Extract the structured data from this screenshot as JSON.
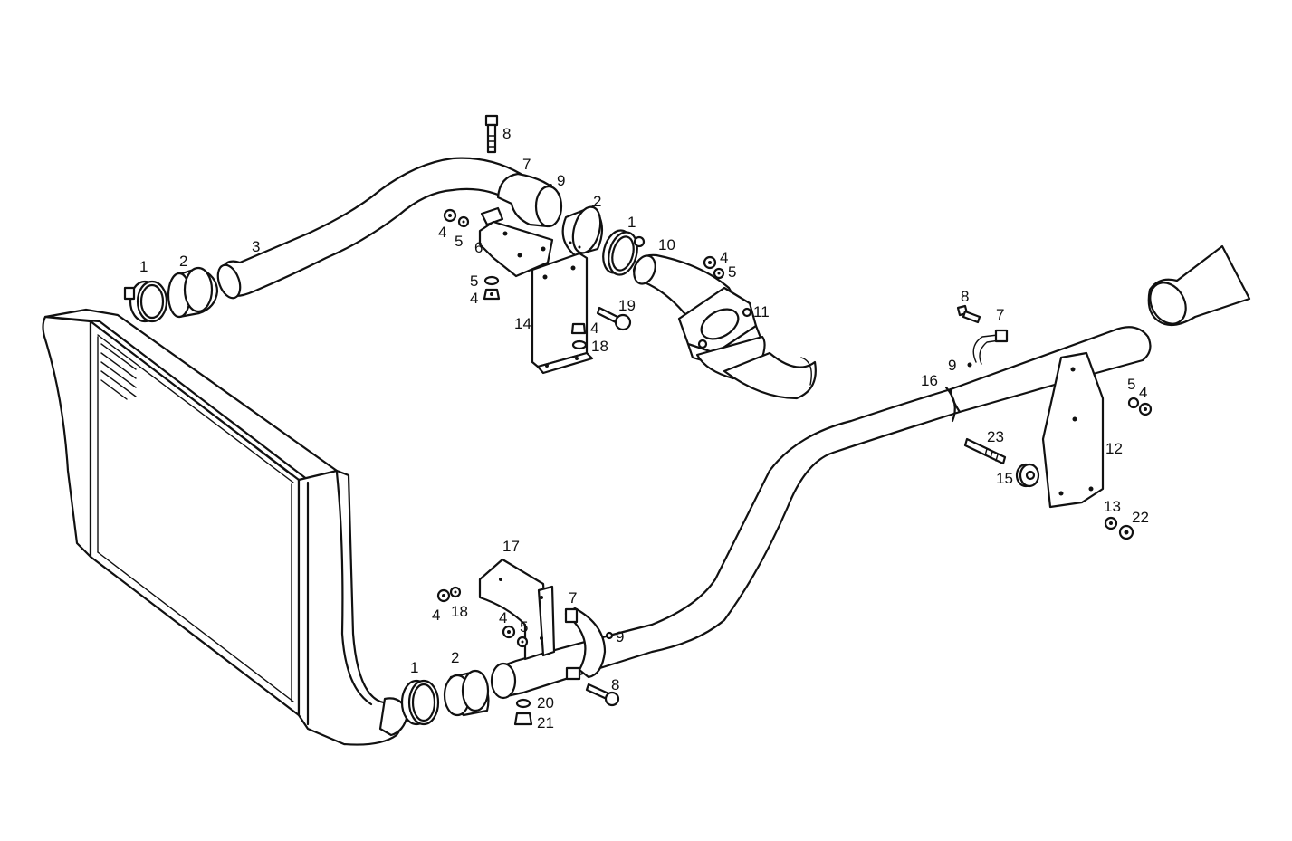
{
  "callouts": [
    {
      "id": "c1",
      "text": "1"
    },
    {
      "id": "c2",
      "text": "2"
    },
    {
      "id": "c3",
      "text": "3"
    },
    {
      "id": "c4",
      "text": "8"
    },
    {
      "id": "c5",
      "text": "7"
    },
    {
      "id": "c6",
      "text": "9"
    },
    {
      "id": "c7",
      "text": "2"
    },
    {
      "id": "c8",
      "text": "1"
    },
    {
      "id": "c9",
      "text": "10"
    },
    {
      "id": "c10",
      "text": "4"
    },
    {
      "id": "c11",
      "text": "5"
    },
    {
      "id": "c12",
      "text": "11"
    },
    {
      "id": "c13",
      "text": "4"
    },
    {
      "id": "c14",
      "text": "5"
    },
    {
      "id": "c15",
      "text": "6"
    },
    {
      "id": "c16",
      "text": "5"
    },
    {
      "id": "c17",
      "text": "4"
    },
    {
      "id": "c18",
      "text": "14"
    },
    {
      "id": "c19",
      "text": "19"
    },
    {
      "id": "c20",
      "text": "4"
    },
    {
      "id": "c21",
      "text": "18"
    },
    {
      "id": "c22",
      "text": "8"
    },
    {
      "id": "c23",
      "text": "7"
    },
    {
      "id": "c24",
      "text": "9"
    },
    {
      "id": "c25",
      "text": "16"
    },
    {
      "id": "c26",
      "text": "5"
    },
    {
      "id": "c27",
      "text": "4"
    },
    {
      "id": "c28",
      "text": "23"
    },
    {
      "id": "c29",
      "text": "12"
    },
    {
      "id": "c30",
      "text": "15"
    },
    {
      "id": "c31",
      "text": "13"
    },
    {
      "id": "c32",
      "text": "22"
    },
    {
      "id": "c33",
      "text": "17"
    },
    {
      "id": "c34",
      "text": "4"
    },
    {
      "id": "c35",
      "text": "18"
    },
    {
      "id": "c36",
      "text": "4"
    },
    {
      "id": "c37",
      "text": "5"
    },
    {
      "id": "c38",
      "text": "7"
    },
    {
      "id": "c39",
      "text": "9"
    },
    {
      "id": "c40",
      "text": "1"
    },
    {
      "id": "c41",
      "text": "2"
    },
    {
      "id": "c42",
      "text": "8"
    },
    {
      "id": "c43",
      "text": "20"
    },
    {
      "id": "c44",
      "text": "21"
    }
  ]
}
